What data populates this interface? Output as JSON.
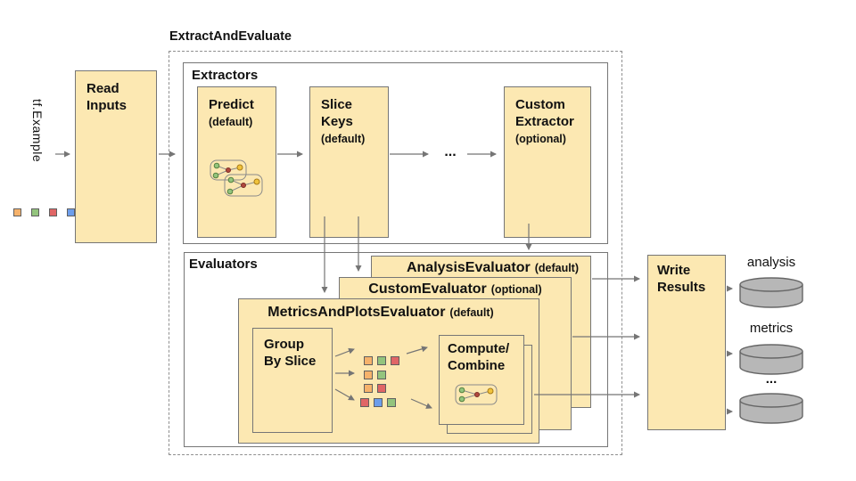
{
  "palette": {
    "box_fill": "#FCE8B2",
    "box_border": "#767676",
    "arrow": "#757575",
    "orange": "#F6B26B",
    "green": "#93C47D",
    "red": "#E06666",
    "blue": "#6D9EEB",
    "cylinder_fill": "#B7B7B7",
    "cylinder_edge": "#666666",
    "chip_edge": "#8a8a8a",
    "node_green": "#93C47D",
    "node_green_edge": "#55803F",
    "node_red": "#B0483E",
    "node_red_edge": "#7C2D25",
    "node_yellow": "#F0C33C",
    "node_yellow_edge": "#A87B16"
  },
  "input": {
    "label": "tf.Example",
    "squares": [
      "orange",
      "green",
      "red",
      "blue"
    ]
  },
  "read_inputs": {
    "title": "Read\nInputs"
  },
  "pipeline": {
    "title": "ExtractAndEvaluate"
  },
  "extractors": {
    "title": "Extractors",
    "predict": {
      "name": "Predict",
      "qualifier": "(default)"
    },
    "slice_keys": {
      "name": "Slice\nKeys",
      "qualifier": "(default)"
    },
    "ellipsis": "...",
    "custom_extractor": {
      "name": "Custom\nExtractor",
      "qualifier": "(optional)"
    }
  },
  "evaluators": {
    "title": "Evaluators",
    "analysis": {
      "name": "AnalysisEvaluator",
      "qualifier": "(default)"
    },
    "custom": {
      "name": "CustomEvaluator",
      "qualifier": "(optional)"
    },
    "metrics_and_plots": {
      "name": "MetricsAndPlotsEvaluator",
      "qualifier": "(default)"
    },
    "group_by_slice": {
      "title": "Group\nBy Slice"
    },
    "slice_grid": [
      [
        "orange",
        "green",
        "red"
      ],
      [
        "orange",
        "green"
      ],
      [
        "orange",
        "red"
      ],
      [
        "red",
        "blue",
        "green"
      ]
    ],
    "compute_combine": {
      "title": "Compute/\nCombine"
    }
  },
  "write_results": {
    "title": "Write\nResults"
  },
  "outputs": [
    {
      "label": "analysis"
    },
    {
      "label": "metrics"
    },
    {
      "label": "..."
    }
  ]
}
